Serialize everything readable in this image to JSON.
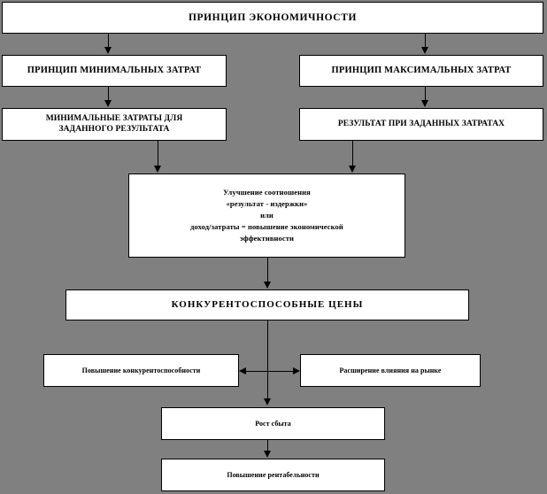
{
  "diagram": {
    "background_color": "#808080",
    "node_fill": "#ffffff",
    "node_stroke": "#000000",
    "nodes": [
      {
        "id": "principle-economy",
        "label": "ПРИНЦИП  ЭКОНОМИЧНОСТИ"
      },
      {
        "id": "principle-min-costs",
        "label": "ПРИНЦИП МИНИМАЛЬНЫХ ЗАТРАТ"
      },
      {
        "id": "principle-max-costs",
        "label": "ПРИНЦИП МАКСИМАЛЬНЫХ ЗАТРАТ"
      },
      {
        "id": "min-costs-for-result",
        "label": "МИНИМАЛЬНЫЕ ЗАТРАТЫ ДЛЯ\nЗАДАННОГО РЕЗУЛЬТАТА"
      },
      {
        "id": "result-at-given-costs",
        "label": "РЕЗУЛЬТАТ ПРИ ЗАДАННЫХ ЗАТРАТАХ"
      },
      {
        "id": "improve-ratio",
        "label": "Улучшение соотношения\n«результат - издержки»\nили\nдоход/затраты = повышение экономической\nэффективности"
      },
      {
        "id": "competitive-prices",
        "label": "КОНКУРЕНТОСПОСОБНЫЕ  ЦЕНЫ"
      },
      {
        "id": "raise-competitiveness",
        "label": "Повышение конкурентоспособности"
      },
      {
        "id": "expand-market-influence",
        "label": "Расширение влияния на рынке"
      },
      {
        "id": "sales-growth",
        "label": "Рост сбыта"
      },
      {
        "id": "raise-profitability",
        "label": "Повышение рентабельности"
      }
    ],
    "connectors": [
      {
        "id": "economy-to-min",
        "type": "arrow-down"
      },
      {
        "id": "economy-to-max",
        "type": "arrow-down"
      },
      {
        "id": "min-to-minresult",
        "type": "arrow-down"
      },
      {
        "id": "max-to-resultcosts",
        "type": "arrow-down"
      },
      {
        "id": "minresult-to-ratio",
        "type": "arrow-down"
      },
      {
        "id": "resultcosts-to-ratio",
        "type": "arrow-down"
      },
      {
        "id": "ratio-to-prices",
        "type": "arrow-down"
      },
      {
        "id": "prices-to-sales",
        "type": "arrow-down"
      },
      {
        "id": "competitiveness-link",
        "type": "arrow-bidirectional"
      },
      {
        "id": "sales-to-profit",
        "type": "arrow-down"
      }
    ]
  }
}
